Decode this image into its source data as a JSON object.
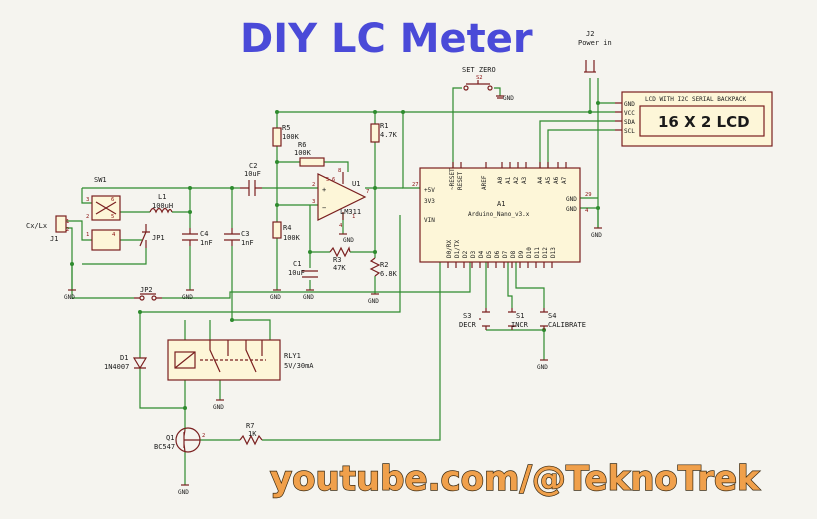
{
  "title": "DIY LC Meter",
  "footer": "youtube.com/@TeknoTrek",
  "components": {
    "j2": {
      "ref": "J2",
      "value": "Power in"
    },
    "set_zero": {
      "label": "SET ZERO",
      "ref": "S2"
    },
    "lcd": {
      "header": "LCD WITH I2C SERIAL BACKPACK",
      "display": "16 X 2 LCD",
      "pins": [
        "GND",
        "VCC",
        "SDA",
        "SCL"
      ]
    },
    "r5": {
      "ref": "R5",
      "value": "100K"
    },
    "r6": {
      "ref": "R6",
      "value": "100K"
    },
    "r1": {
      "ref": "R1",
      "value": "4.7K"
    },
    "r4": {
      "ref": "R4",
      "value": "100K"
    },
    "r3": {
      "ref": "R3",
      "value": "47K"
    },
    "r2": {
      "ref": "R2",
      "value": "6.8K"
    },
    "r7": {
      "ref": "R7",
      "value": "1K"
    },
    "c1": {
      "ref": "C1",
      "value": "10uF"
    },
    "c2": {
      "ref": "C2",
      "value": "10uF"
    },
    "c3": {
      "ref": "C3",
      "value": "1nF"
    },
    "c4": {
      "ref": "C4",
      "value": "1nF"
    },
    "l1": {
      "ref": "L1",
      "value": "100uH"
    },
    "u1": {
      "ref": "U1",
      "value": "LM311"
    },
    "sw1": {
      "ref": "SW1"
    },
    "j1": {
      "ref": "J1",
      "value": "Cx/Lx"
    },
    "jp1": {
      "ref": "JP1"
    },
    "jp2": {
      "ref": "JP2"
    },
    "d1": {
      "ref": "D1",
      "value": "1N4007"
    },
    "rly1": {
      "ref": "RLY1",
      "value": "5V/30mA"
    },
    "q1": {
      "ref": "Q1",
      "value": "BC547"
    },
    "a1": {
      "ref": "A1",
      "value": "Arduino_Nano_v3.x"
    },
    "s3": {
      "ref": "S3",
      "label": "DECR"
    },
    "s1": {
      "ref": "S1",
      "label": "INCR"
    },
    "s4": {
      "ref": "S4",
      "label": "CALIBRATE"
    }
  },
  "arduino": {
    "left_pins": [
      "+5V",
      "3V3",
      "VIN"
    ],
    "right_pins": [
      "GND",
      "GND"
    ],
    "top_pins": [
      "~RESET",
      "RESET",
      "AREF",
      "A0",
      "A1",
      "A2",
      "A3",
      "A4",
      "A5",
      "A6",
      "A7"
    ],
    "bottom_pins": [
      "D0/RX",
      "D1/TX",
      "D2",
      "D3",
      "D4",
      "D5",
      "D6",
      "D7",
      "D8",
      "D9",
      "D10",
      "D11",
      "D12",
      "D13"
    ]
  },
  "gnd_label": "GND",
  "pin_numbers": {
    "a1_5v": "27",
    "a1_gnd1": "29",
    "a1_gnd2": "4",
    "u1": [
      "2",
      "3",
      "4",
      "7",
      "1",
      "8",
      "5",
      "6"
    ]
  }
}
